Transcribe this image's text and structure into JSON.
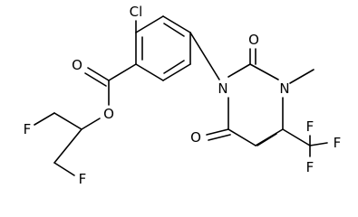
{
  "molecule": {
    "atoms": {
      "cl": "Cl",
      "o_carbonyl_ester": "O",
      "o_ester": "O",
      "n1": "N",
      "n3": "N",
      "o_c2": "O",
      "o_c6": "O",
      "f_cf3_1": "F",
      "f_cf3_2": "F",
      "f_cf3_3": "F",
      "f_ch2_top": "F",
      "f_ch2_bottom": "F"
    },
    "colors": {
      "bond": "#000000",
      "label": "#000000",
      "background": "#ffffff"
    }
  }
}
